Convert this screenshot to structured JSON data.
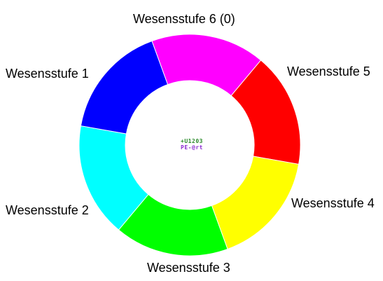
{
  "segments": [
    {
      "id": 6,
      "label": "Wesensstufe 6 (0)",
      "color": "#ff00ff"
    },
    {
      "id": 5,
      "label": "Wesensstufe 5",
      "color": "#ff0000"
    },
    {
      "id": 4,
      "label": "Wesensstufe 4",
      "color": "#ffff00"
    },
    {
      "id": 3,
      "label": "Wesensstufe 3",
      "color": "#00ff00"
    },
    {
      "id": 2,
      "label": "Wesensstufe 2",
      "color": "#00ffff"
    },
    {
      "id": 1,
      "label": "Wesensstufe 1",
      "color": "#0000ff"
    }
  ],
  "logo": {
    "line1": "+U1203",
    "line2": "PE-@rt"
  }
}
